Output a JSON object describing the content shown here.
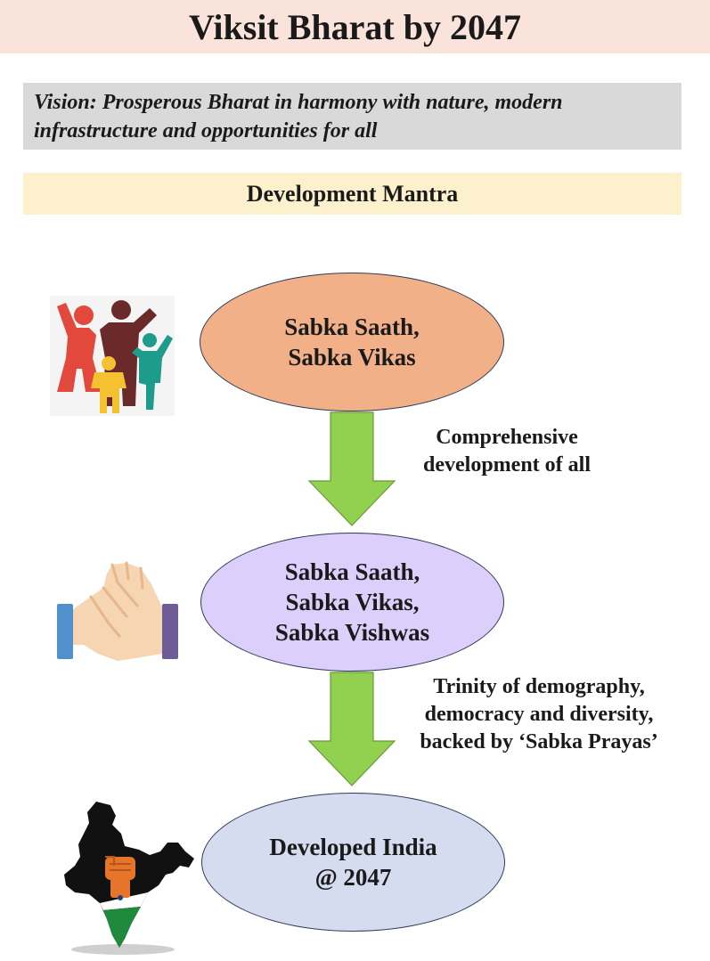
{
  "title": "Viksit Bharat by 2047",
  "vision": "Vision: Prosperous Bharat in harmony with nature, modern infrastructure and opportunities for all",
  "mantra_heading": "Development Mantra",
  "stages": [
    {
      "lines": [
        "Sabka Saath,",
        "Sabka Vikas"
      ],
      "color": "#f2b089",
      "icon": "family-icon"
    },
    {
      "lines": [
        "Sabka Saath,",
        "Sabka Vikas,",
        "Sabka Vishwas"
      ],
      "color": "#dccffb",
      "icon": "handshake-icon"
    },
    {
      "lines": [
        "Developed India",
        "@ 2047"
      ],
      "color": "#d6dcf0",
      "icon": "india-map-fist-icon"
    }
  ],
  "transitions": [
    {
      "lines": [
        "Comprehensive",
        "development of all"
      ]
    },
    {
      "lines": [
        "Trinity of demography,",
        "democracy and diversity,",
        "backed by ‘Sabka Prayas’"
      ]
    }
  ],
  "colors": {
    "title_bg": "#f9e3da",
    "vision_bg": "#d9d9d9",
    "mantra_bg": "#fdf0cc",
    "arrow_green": "#92d050"
  }
}
